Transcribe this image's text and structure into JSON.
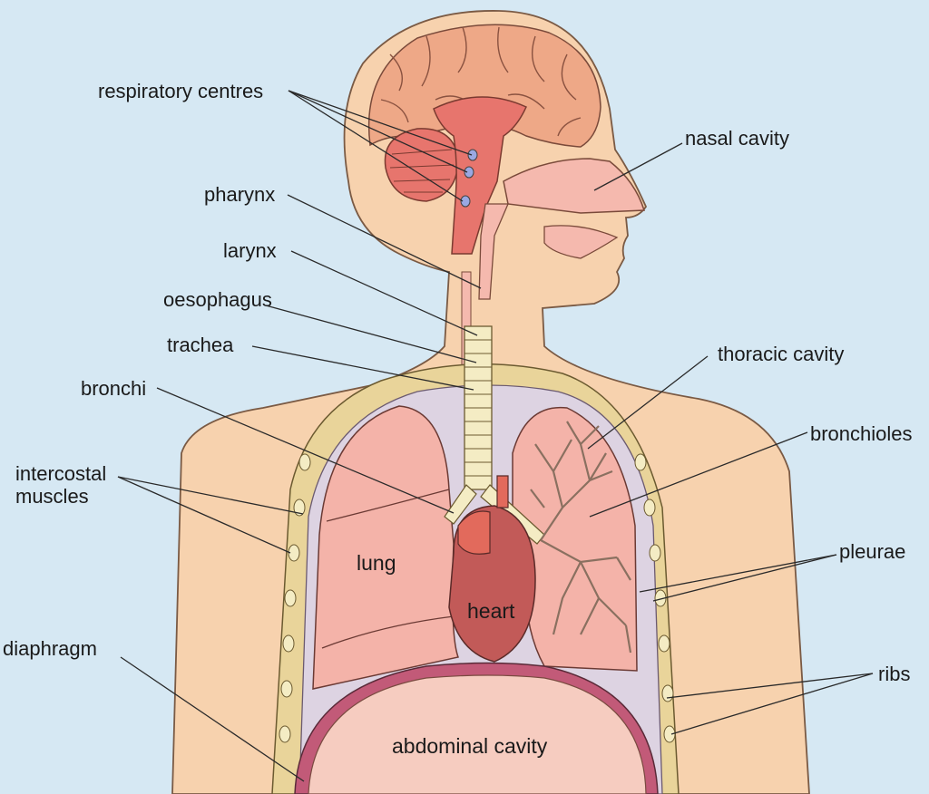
{
  "labels": {
    "respiratory_centres": "respiratory centres",
    "nasal_cavity": "nasal cavity",
    "pharynx": "pharynx",
    "larynx": "larynx",
    "oesophagus": "oesophagus",
    "trachea": "trachea",
    "thoracic_cavity": "thoracic cavity",
    "bronchi": "bronchi",
    "bronchioles": "bronchioles",
    "intercostal_muscles": "intercostal\nmuscles",
    "pleurae": "pleurae",
    "diaphragm": "diaphragm",
    "ribs": "ribs",
    "lung": "lung",
    "heart": "heart",
    "abdominal_cavity": "abdominal cavity"
  },
  "colors": {
    "background": "#d6e8f3",
    "skin": "#f7d2ae",
    "brain": "#eea887",
    "brainstem": "#e7756d",
    "airway": "#f5b9ae",
    "lung": "#f4b3a9",
    "heart": "#c25a58",
    "pleura": "#ddd3e2",
    "chest_wall": "#e9d49a",
    "abdomen": "#f6ccc0",
    "respiratory_centre_dot": "#9aa8e2"
  }
}
